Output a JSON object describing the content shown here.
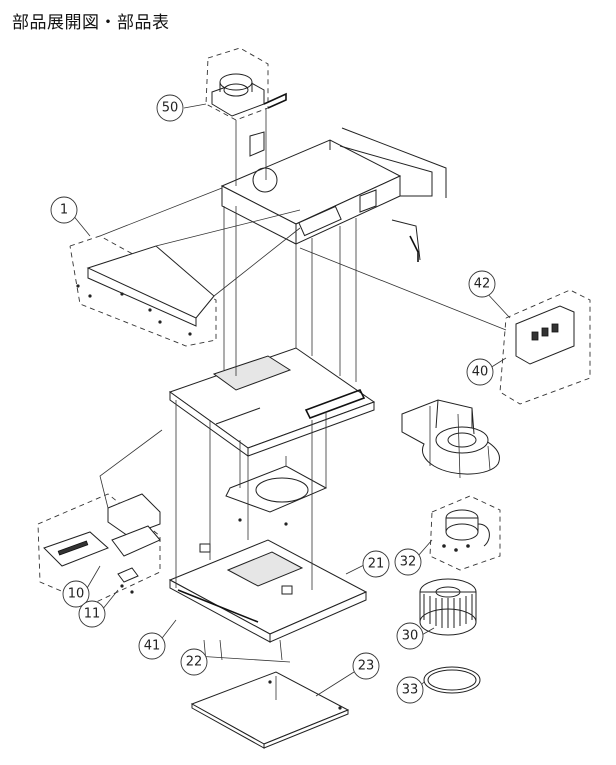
{
  "title": "部品展開図・部品表",
  "callouts": [
    {
      "id": "c50",
      "label": "50"
    },
    {
      "id": "c1",
      "label": "1"
    },
    {
      "id": "c42",
      "label": "42"
    },
    {
      "id": "c40",
      "label": "40"
    },
    {
      "id": "c32",
      "label": "32"
    },
    {
      "id": "c21",
      "label": "21"
    },
    {
      "id": "c10",
      "label": "10"
    },
    {
      "id": "c11",
      "label": "11"
    },
    {
      "id": "c41",
      "label": "41"
    },
    {
      "id": "c22",
      "label": "22"
    },
    {
      "id": "c30",
      "label": "30"
    },
    {
      "id": "c23",
      "label": "23"
    },
    {
      "id": "c33",
      "label": "33"
    }
  ]
}
